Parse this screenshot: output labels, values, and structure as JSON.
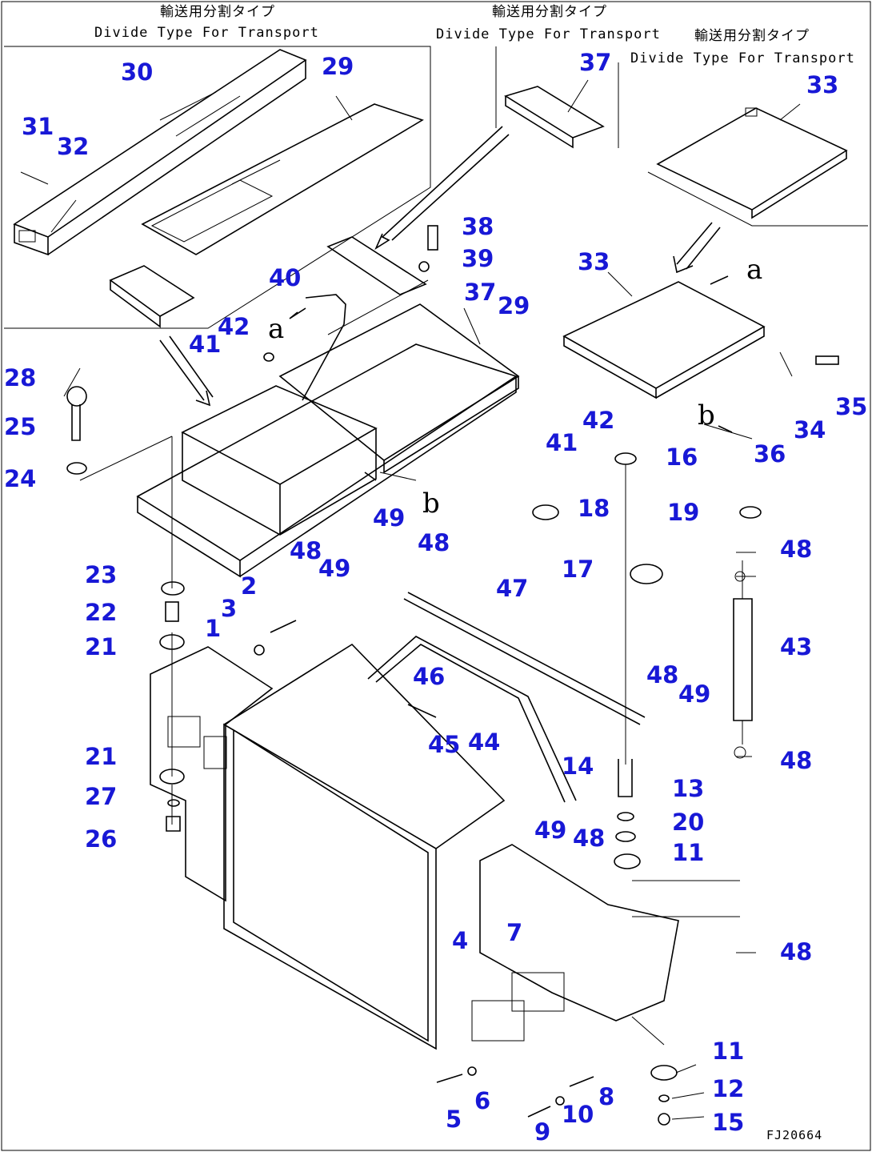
{
  "captions": [
    {
      "jp": "輸送用分割タイプ",
      "en": "Divide Type For Transport"
    },
    {
      "jp": "輸送用分割タイプ",
      "en": "Divide Type For Transport"
    },
    {
      "jp": "輸送用分割タイプ",
      "en": "Divide Type For Transport"
    }
  ],
  "view_letters": [
    "a",
    "a",
    "b",
    "b"
  ],
  "drawing_code": "FJ20664",
  "part_numbers": [
    "1",
    "2",
    "3",
    "4",
    "5",
    "6",
    "7",
    "8",
    "9",
    "10",
    "11",
    "11",
    "12",
    "13",
    "14",
    "15",
    "16",
    "17",
    "18",
    "19",
    "20",
    "21",
    "21",
    "22",
    "23",
    "24",
    "25",
    "26",
    "27",
    "28",
    "29",
    "29",
    "30",
    "31",
    "32",
    "33",
    "33",
    "34",
    "35",
    "36",
    "37",
    "37",
    "38",
    "39",
    "40",
    "41",
    "41",
    "42",
    "42",
    "43",
    "44",
    "45",
    "46",
    "47",
    "48",
    "48",
    "48",
    "48",
    "48",
    "48",
    "48",
    "49",
    "49",
    "49",
    "49"
  ]
}
